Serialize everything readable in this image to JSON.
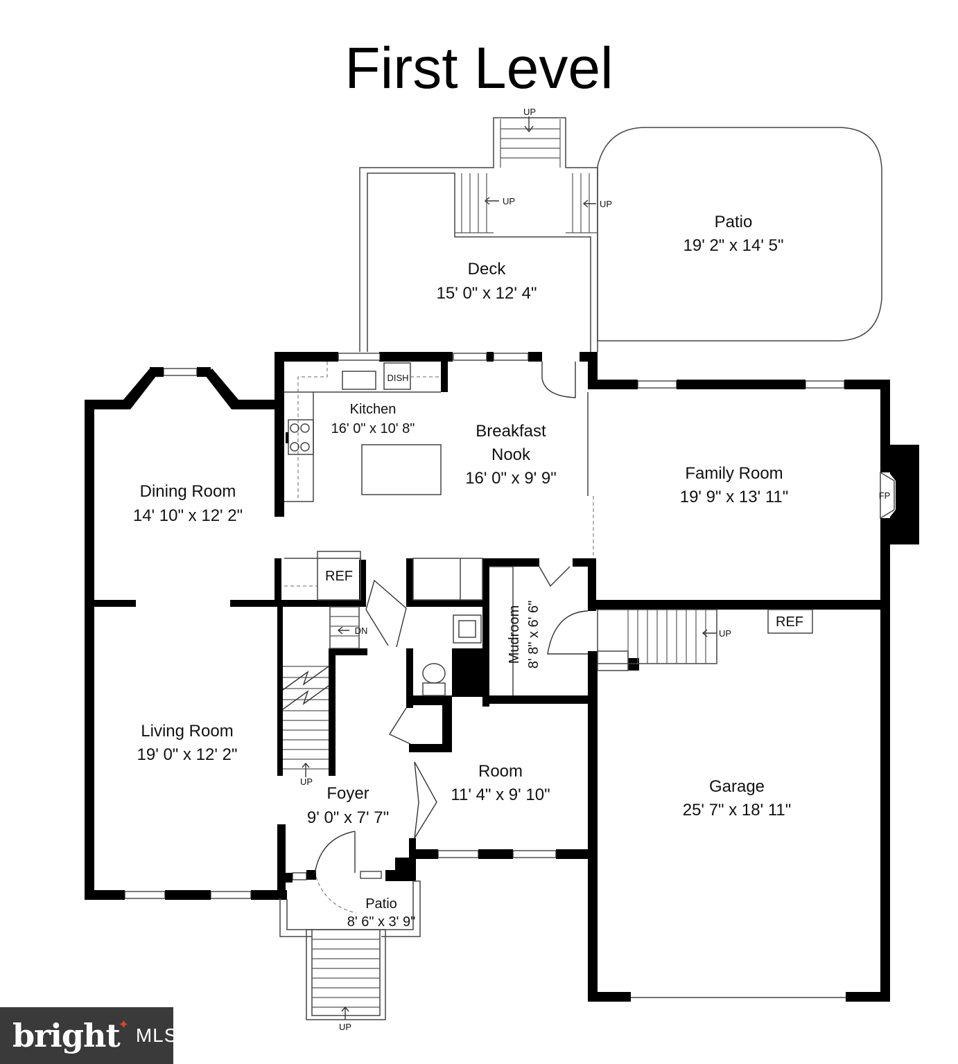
{
  "title": "First Level",
  "rooms": {
    "deck": {
      "name": "Deck",
      "size": "15' 0\" x 12' 4\""
    },
    "patio_back": {
      "name": "Patio",
      "size": "19' 2\" x 14' 5\""
    },
    "kitchen": {
      "name": "Kitchen",
      "size": "16' 0\" x 10' 8\""
    },
    "breakfast": {
      "name1": "Breakfast",
      "name2": "Nook",
      "size": "16' 0\" x 9' 9\""
    },
    "family": {
      "name": "Family Room",
      "size": "19' 9\" x 13' 11\""
    },
    "dining": {
      "name": "Dining Room",
      "size": "14' 10\" x 12' 2\""
    },
    "living": {
      "name": "Living Room",
      "size": "19' 0\" x 12' 2\""
    },
    "mudroom": {
      "name": "Mudroom",
      "size": "8' 8\" x 6' 6\""
    },
    "room": {
      "name": "Room",
      "size": "11' 4\" x 9' 10\""
    },
    "foyer": {
      "name": "Foyer",
      "size": "9' 0\" x 7' 7\""
    },
    "garage": {
      "name": "Garage",
      "size": "25' 7\" x 18' 11\""
    },
    "patio_front": {
      "name": "Patio",
      "size": "8' 6\" x 3' 9\""
    }
  },
  "fixtures": {
    "dish": "DISH",
    "ref": "REF",
    "fp": "FP",
    "up": "UP",
    "dn": "DN"
  },
  "logo": {
    "word": "bright",
    "suffix": "MLS"
  }
}
